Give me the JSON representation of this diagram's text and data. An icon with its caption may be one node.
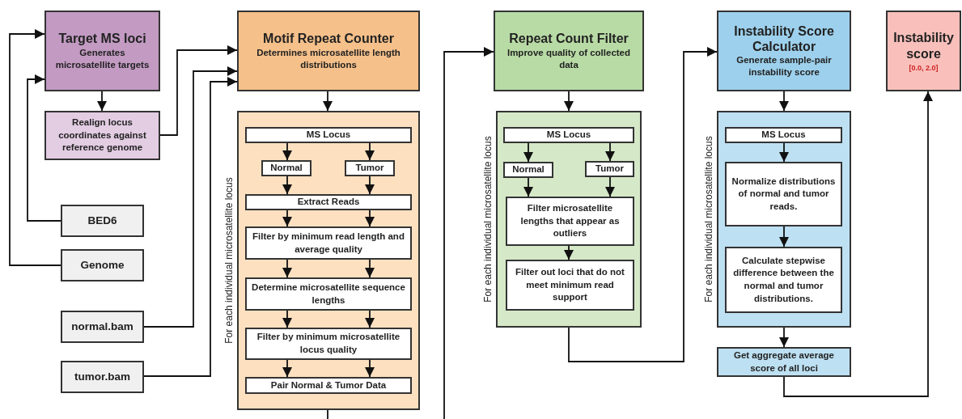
{
  "diagram": {
    "nodes": [
      {
        "text": [
          "Target MS loci",
          "Generates microsatellite targets"
        ]
      },
      {
        "text": [
          "Realign locus coordinates against reference genome"
        ]
      },
      {
        "text": [
          "BED6"
        ]
      },
      {
        "text": [
          "Genome"
        ]
      },
      {
        "text": [
          "normal.bam"
        ]
      },
      {
        "text": [
          "tumor.bam"
        ]
      },
      {
        "text": [
          "Motif Repeat Counter",
          "Determines microsatellite length distributions"
        ]
      },
      {
        "text": [
          "For each individual microsatellite locus"
        ]
      },
      {
        "text": [
          "MS Locus"
        ],
        "in": 7
      },
      {
        "text": [
          "Normal"
        ],
        "in": 7
      },
      {
        "text": [
          "Tumor"
        ],
        "in": 7
      },
      {
        "text": [
          "Extract Reads"
        ],
        "in": 7
      },
      {
        "text": [
          "Filter by minimum read length and average quality"
        ],
        "in": 7
      },
      {
        "text": [
          "Determine microsatellite sequence lengths"
        ],
        "in": 7
      },
      {
        "text": [
          "Filter by minimum microsatellite locus quality"
        ],
        "in": 7
      },
      {
        "text": [
          "Pair Normal & Tumor Data"
        ],
        "in": 7
      },
      {
        "text": [
          "Repeat Count Filter",
          "Improve quality of collected data"
        ]
      },
      {
        "text": [
          "For each individual microsatellite locus"
        ]
      },
      {
        "text": [
          "MS Locus"
        ],
        "in": 17
      },
      {
        "text": [
          "Normal"
        ],
        "in": 17
      },
      {
        "text": [
          "Tumor"
        ],
        "in": 17
      },
      {
        "text": [
          "Filter microsatellite lengths that appear as outliers"
        ],
        "in": 17
      },
      {
        "text": [
          "Filter out loci that do not meet minimum read support"
        ],
        "in": 17
      },
      {
        "text": [
          "Instability Score Calculator",
          "Generate sample-pair instability score"
        ]
      },
      {
        "text": [
          "For each individual microsatellite locus"
        ]
      },
      {
        "text": [
          "MS Locus"
        ],
        "in": 24
      },
      {
        "text": [
          "Normalize distributions of normal and tumor reads."
        ],
        "in": 24
      },
      {
        "text": [
          "Calculate stepwise difference between the normal and tumor distributions."
        ],
        "in": 24
      },
      {
        "text": [
          "Get aggregate average score of all loci"
        ]
      },
      {
        "text": [
          "Instability score",
          "[0.0, 2.0]"
        ]
      }
    ],
    "edges": [
      {
        "from": 3,
        "to": 0,
        "arrow": "to"
      },
      {
        "from": 2,
        "to": 0,
        "arrow": "to"
      },
      {
        "from": 0,
        "to": 1,
        "arrow": "to"
      },
      {
        "from": 1,
        "to": 6,
        "arrow": "to"
      },
      {
        "from": 4,
        "to": 6,
        "arrow": "to"
      },
      {
        "from": 5,
        "to": 6,
        "arrow": "to"
      },
      {
        "from": 6,
        "to": 7,
        "arrow": "to"
      },
      {
        "from": 8,
        "to": 9,
        "arrow": "to"
      },
      {
        "from": 8,
        "to": 10,
        "arrow": "to"
      },
      {
        "from": 9,
        "to": 11,
        "arrow": "to"
      },
      {
        "from": 10,
        "to": 11,
        "arrow": "to"
      },
      {
        "from": 11,
        "to": 12,
        "arrow": "to"
      },
      {
        "from": 11,
        "to": 12,
        "arrow": "to"
      },
      {
        "from": 12,
        "to": 13,
        "arrow": "to"
      },
      {
        "from": 12,
        "to": 13,
        "arrow": "to"
      },
      {
        "from": 13,
        "to": 14,
        "arrow": "to"
      },
      {
        "from": 13,
        "to": 14,
        "arrow": "to"
      },
      {
        "from": 14,
        "to": 15,
        "arrow": "to"
      },
      {
        "from": 14,
        "to": 15,
        "arrow": "to"
      },
      {
        "from": 7,
        "to": null,
        "arrow": "none"
      },
      {
        "from": null,
        "to": 16,
        "arrow": "to"
      },
      {
        "from": 16,
        "to": 17,
        "arrow": "to"
      },
      {
        "from": 18,
        "to": 19,
        "arrow": "to"
      },
      {
        "from": 18,
        "to": 20,
        "arrow": "to"
      },
      {
        "from": 19,
        "to": 21,
        "arrow": "to"
      },
      {
        "from": 20,
        "to": 21,
        "arrow": "to"
      },
      {
        "from": 21,
        "to": 22,
        "arrow": "to"
      },
      {
        "from": 17,
        "to": 23,
        "arrow": "to"
      },
      {
        "from": 23,
        "to": 24,
        "arrow": "to"
      },
      {
        "from": 25,
        "to": 26,
        "arrow": "to"
      },
      {
        "from": 26,
        "to": 27,
        "arrow": "to"
      },
      {
        "from": 24,
        "to": 28,
        "arrow": "to"
      },
      {
        "from": 28,
        "to": 29,
        "arrow": "to"
      }
    ]
  }
}
